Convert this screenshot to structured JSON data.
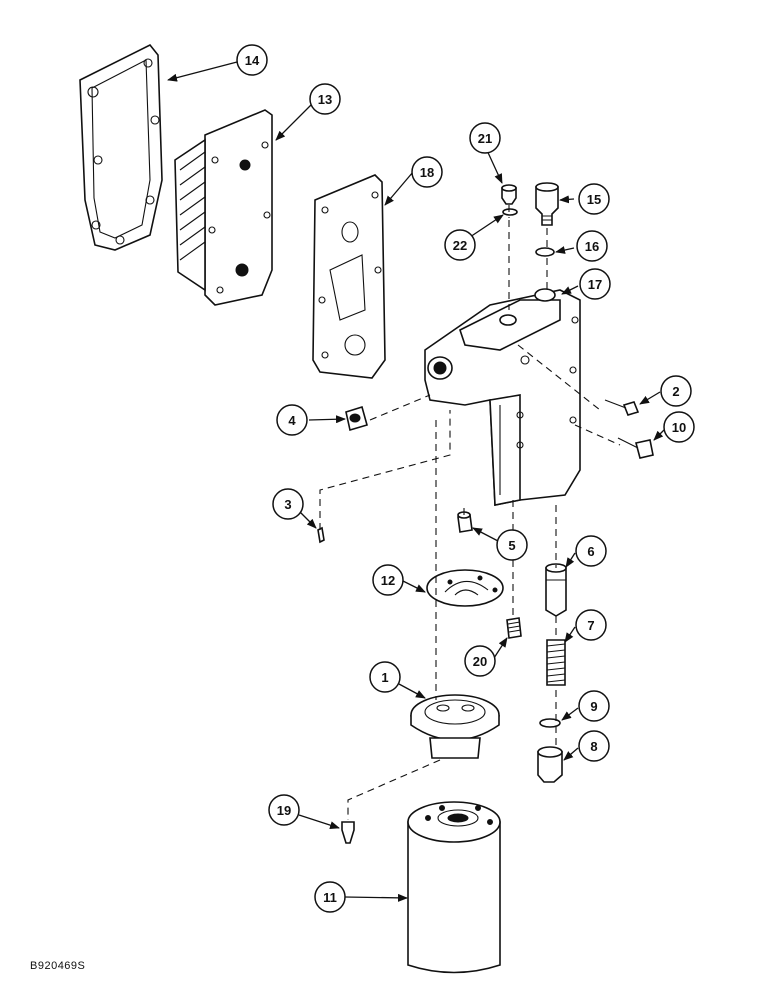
{
  "figure": {
    "id": "B920469S"
  },
  "callouts": [
    {
      "key": "c1",
      "label": "1"
    },
    {
      "key": "c2",
      "label": "2"
    },
    {
      "key": "c3",
      "label": "3"
    },
    {
      "key": "c4",
      "label": "4"
    },
    {
      "key": "c5",
      "label": "5"
    },
    {
      "key": "c6",
      "label": "6"
    },
    {
      "key": "c7",
      "label": "7"
    },
    {
      "key": "c8",
      "label": "8"
    },
    {
      "key": "c9",
      "label": "9"
    },
    {
      "key": "c10",
      "label": "10"
    },
    {
      "key": "c11",
      "label": "11"
    },
    {
      "key": "c12",
      "label": "12"
    },
    {
      "key": "c13",
      "label": "13"
    },
    {
      "key": "c14",
      "label": "14"
    },
    {
      "key": "c15",
      "label": "15"
    },
    {
      "key": "c16",
      "label": "16"
    },
    {
      "key": "c17",
      "label": "17"
    },
    {
      "key": "c18",
      "label": "18"
    },
    {
      "key": "c19",
      "label": "19"
    },
    {
      "key": "c20",
      "label": "20"
    },
    {
      "key": "c21",
      "label": "21"
    },
    {
      "key": "c22",
      "label": "22"
    }
  ]
}
